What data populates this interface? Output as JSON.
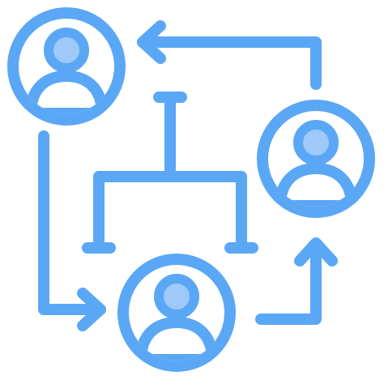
{
  "icon": {
    "name": "team-workflow-icon",
    "nodes": [
      {
        "id": "person-top-left",
        "icon": "user-avatar-icon"
      },
      {
        "id": "person-right",
        "icon": "user-avatar-icon"
      },
      {
        "id": "person-bottom",
        "icon": "user-avatar-icon"
      }
    ],
    "connectors": [
      {
        "from": "person-right",
        "to": "person-top-left",
        "icon": "arrow-left-icon"
      },
      {
        "from": "person-top-left",
        "to": "person-bottom",
        "icon": "arrow-right-icon"
      },
      {
        "from": "person-bottom",
        "to": "person-right",
        "icon": "arrow-up-icon"
      }
    ],
    "center_symbol": "org-branch-icon"
  },
  "colors": {
    "stroke": "#5aa7f5",
    "head_fill": "#9ec9f8",
    "background": "#ffffff"
  }
}
